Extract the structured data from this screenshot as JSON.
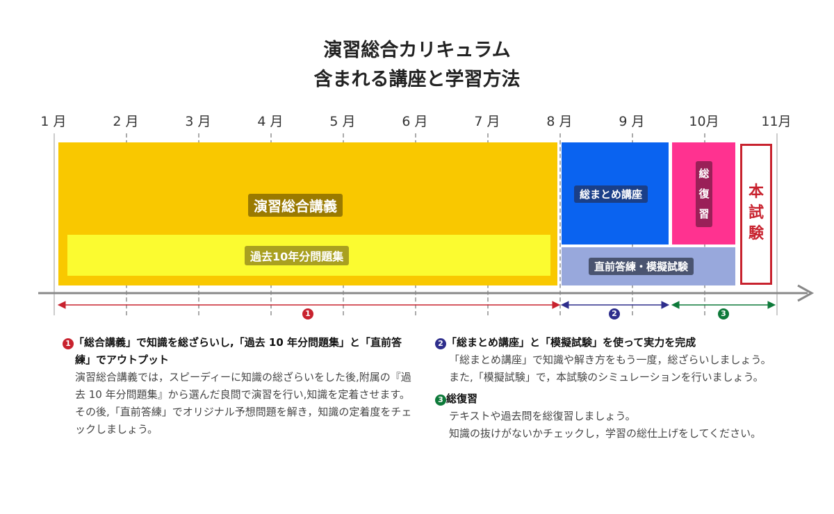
{
  "title": [
    "演習総合カリキュラム",
    "含まれる講座と学習方法"
  ],
  "months": [
    "1 月",
    "2 月",
    "3 月",
    "4 月",
    "5 月",
    "6 月",
    "7 月",
    "8 月",
    "9 月",
    "10月",
    "11月"
  ],
  "blocks": {
    "lecture": "演習総合講義",
    "past_questions": "過去10年分問題集",
    "summary": "総まとめ講座",
    "review": [
      "総",
      "復",
      "習"
    ],
    "practice": "直前答練・模擬試験",
    "exam": [
      "本",
      "試",
      "験"
    ]
  },
  "phases": [
    "1",
    "2",
    "3"
  ],
  "colors": {
    "yellow": "#F9C800",
    "light_yellow": "#FBFB30",
    "blue": "#0A63F0",
    "pink": "#FF3290",
    "gray_blue": "#98A8DC",
    "red": "#C8222E",
    "navy": "#2E2E8C",
    "green": "#0E7A3A"
  },
  "notes": {
    "n1_head": "「総合講義」で知識を総ざらいし,「過去 10 年分問題集」と「直前答練」でアウトプット",
    "n1_body": "演習総合講義では，スピーディーに知識の総ざらいをした後,附属の『過去 10 年分問題集』から選んだ良問で演習を行い,知識を定着させます。その後,「直前答練」でオリジナル予想問題を解き，知識の定着度をチェックしましょう。",
    "n2_head": "「総まとめ講座」と「模擬試験」を使って実力を完成",
    "n2_body": "「総まとめ講座」で知識や解き方をもう一度，総ざらいしましょう。また,「模擬試験」で，本試験のシミュレーションを行いましょう。",
    "n3_head": "総復習",
    "n3_body1": "テキストや過去問を総復習しましょう。",
    "n3_body2": "知識の抜けがないかチェックし，学習の総仕上げをしてください。"
  }
}
